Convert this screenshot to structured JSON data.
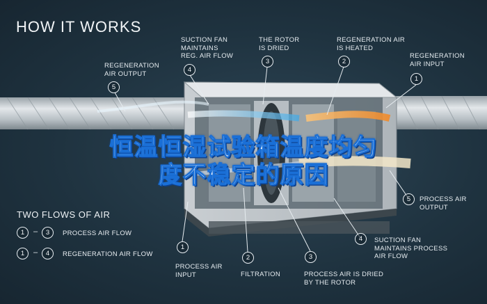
{
  "title": "HOW IT WORKS",
  "overlay": {
    "line1": "恒温恒湿试验箱温度均匀",
    "line2": "度不稳定的原因"
  },
  "callouts": {
    "regen_air_output": {
      "number": "5",
      "text": [
        "REGENERATION",
        "AIR OUTPUT"
      ]
    },
    "suction_fan_regen": {
      "number": "4",
      "text": [
        "SUCTION FAN",
        "MAINTAINS",
        "REG. AIR FLOW"
      ]
    },
    "rotor_dried": {
      "number": "3",
      "text": [
        "THE ROTOR",
        "IS DRIED"
      ]
    },
    "regen_air_heated": {
      "number": "2",
      "text": [
        "REGENERATION AIR",
        "IS HEATED"
      ]
    },
    "regen_air_input": {
      "number": "1",
      "text": [
        "REGENERATION",
        "AIR INPUT"
      ]
    },
    "process_air_output": {
      "number": "5",
      "text": [
        "PROCESS AIR",
        "OUTPUT"
      ]
    },
    "suction_fan_process": {
      "number": "4",
      "text": [
        "SUCTION FAN",
        "MAINTAINS PROCESS",
        "AIR FLOW"
      ]
    },
    "process_air_input": {
      "number": "1",
      "text": [
        "PROCESS AIR",
        "INPUT"
      ]
    },
    "filtration": {
      "number": "2",
      "text": [
        "FILTRATION"
      ]
    },
    "process_air_dried": {
      "number": "3",
      "text": [
        "PROCESS AIR IS DRIED",
        "BY THE ROTOR"
      ]
    }
  },
  "legend": {
    "title": "TWO FLOWS OF AIR",
    "rows": [
      {
        "from": "1",
        "to": "3",
        "label": "PROCESS AIR FLOW"
      },
      {
        "from": "1",
        "to": "4",
        "label": "REGENERATION AIR FLOW"
      }
    ]
  },
  "colors": {
    "background": "#1f3340",
    "unit_body": "#d9dde0",
    "duct": "#c7ccd0",
    "airflow_blue": "#3fa9e6",
    "airflow_orange": "#f3a54a",
    "overlay_stroke": "#1a6fd6"
  }
}
